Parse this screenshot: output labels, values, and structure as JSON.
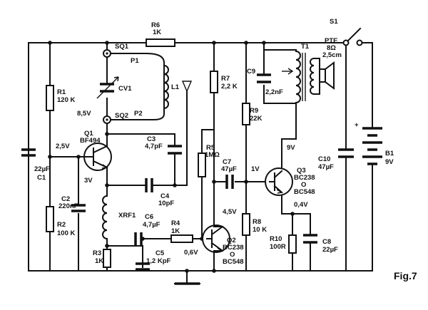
{
  "figure_label": "Fig.7",
  "components": {
    "r1": {
      "ref": "R1",
      "value": "120 K"
    },
    "r2": {
      "ref": "R2",
      "value": "100 K"
    },
    "r3": {
      "ref": "R3",
      "value": "1K"
    },
    "r4": {
      "ref": "R4",
      "value": "1K"
    },
    "r5": {
      "ref": "R5",
      "value": "1MΩ"
    },
    "r6": {
      "ref": "R6",
      "value": "1K"
    },
    "r7": {
      "ref": "R7",
      "value": "2,2 K"
    },
    "r8": {
      "ref": "R8",
      "value": "10 K"
    },
    "r9": {
      "ref": "R9",
      "value": "22K"
    },
    "r10": {
      "ref": "R10",
      "value": "100R"
    },
    "c1": {
      "ref": "C1",
      "value": "22µF"
    },
    "c2": {
      "ref": "C2",
      "value": "220nF"
    },
    "c3": {
      "ref": "C3",
      "value": "4,7pF"
    },
    "c4": {
      "ref": "C4",
      "value": "10pF"
    },
    "c5": {
      "ref": "C5",
      "value": "1,2 KpF"
    },
    "c6": {
      "ref": "C6",
      "value": "4,7µF"
    },
    "c7": {
      "ref": "C7",
      "value": "47µF"
    },
    "c8": {
      "ref": "C8",
      "value": "22µF"
    },
    "c9": {
      "ref": "C9",
      "value": "2,2nF"
    },
    "c10": {
      "ref": "C10",
      "value": "47µF"
    },
    "cv1": {
      "ref": "CV1"
    },
    "l1": {
      "ref": "L1"
    },
    "xrf1": {
      "ref": "XRF1"
    },
    "t1": {
      "ref": "T1"
    },
    "b1": {
      "ref": "B1",
      "value": "9V"
    },
    "s1": {
      "ref": "S1"
    },
    "q1": {
      "ref": "Q1",
      "type": "BF494"
    },
    "q2": {
      "ref": "Q2",
      "type": "BC238",
      "alt_sep": "O",
      "alt_type": "BC548"
    },
    "q3": {
      "ref": "Q3",
      "type": "BC238",
      "alt_sep": "O",
      "alt_type": "BC548"
    },
    "speaker": {
      "ref": "PTE",
      "impedance": "8Ω",
      "size": "2,5cm"
    },
    "sq1": "SQ1",
    "sq2": "SQ2",
    "p1": "P1",
    "p2": "P2"
  },
  "voltages": {
    "q1_collector": "8,5V",
    "q1_base": "2,5V",
    "q1_emitter": "3V",
    "q2_base": "0,6V",
    "q2_collector": "4,5V",
    "q3_base": "1V",
    "q3_collector": "9V",
    "q3_emitter": "0,4V"
  },
  "battery_polarity": "+"
}
